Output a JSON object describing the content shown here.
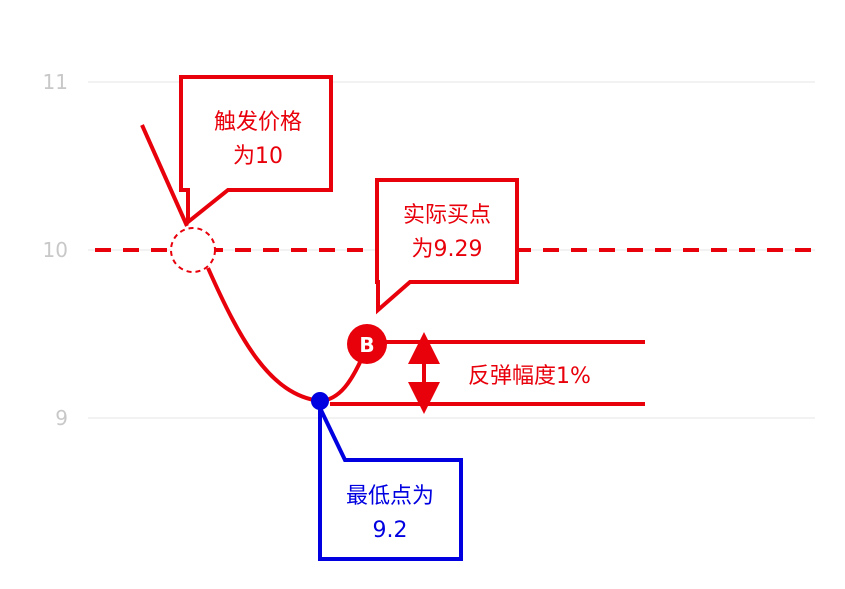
{
  "axis": {
    "ticks": [
      "11",
      "10",
      "9"
    ]
  },
  "callouts": {
    "trigger": {
      "line1": "触发价格",
      "line2": "为10"
    },
    "buy": {
      "line1": "实际买点",
      "line2": "为9.29"
    },
    "lowest": {
      "line1": "最低点为",
      "line2": "9.2"
    }
  },
  "buy_marker": "B",
  "rebound_label": "反弹幅度1%",
  "colors": {
    "red": "#e8000b",
    "blue": "#0000e0",
    "grid": "#e0e0e0"
  }
}
